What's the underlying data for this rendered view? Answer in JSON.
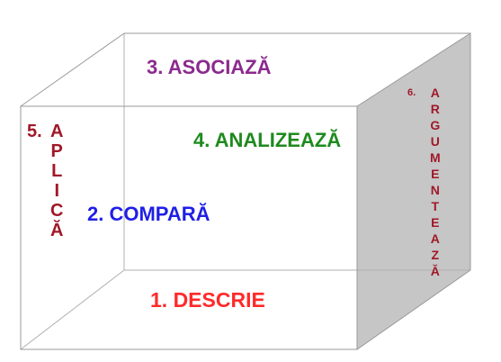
{
  "colors": {
    "background": "#ffffff",
    "edge": "#9a9a9a",
    "side_face": "#c6c6c6",
    "descrie": "#ff2a2a",
    "compara": "#1f1fe6",
    "asociaza": "#8b2a8e",
    "analizeaza": "#1e8a1e",
    "aplica": "#a01828",
    "argumenteaza": "#a01828"
  },
  "faces": {
    "front": {
      "text": "1. DESCRIE",
      "face": "front-bottom"
    },
    "left": {
      "text": "2. COMPARĂ",
      "face": "left"
    },
    "top": {
      "text": "3. ASOCIAZĂ",
      "face": "top"
    },
    "back": {
      "text": "4. ANALIZEAZĂ",
      "face": "back"
    },
    "aplica": {
      "number": "5.",
      "letters": [
        "A",
        "P",
        "L",
        "I",
        "C",
        "Ă"
      ]
    },
    "argumenteaza": {
      "number": "6.",
      "letters": [
        "A",
        "R",
        "G",
        "U",
        "M",
        "E",
        "N",
        "T",
        "E",
        "A",
        "Z",
        "Ă"
      ]
    }
  }
}
